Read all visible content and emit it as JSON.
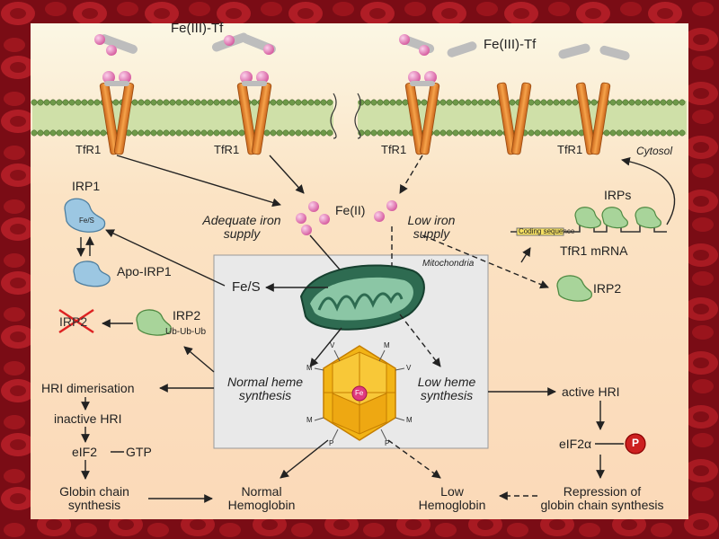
{
  "ligand": {
    "left": "Fe(III)-Tf",
    "right": "Fe(III)-Tf"
  },
  "receptors": [
    "TfR1",
    "TfR1",
    "TfR1",
    "TfR1"
  ],
  "cytosol_label": "Cytosol",
  "iron": {
    "free": "Fe(II)",
    "adequate": [
      "Adequate iron",
      "supply"
    ],
    "low": [
      "Low iron",
      "supply"
    ]
  },
  "irp1": {
    "title": "IRP1",
    "cluster": "Fe/S",
    "apo": "Apo-IRP1"
  },
  "irps": {
    "title": "IRPs",
    "coding": "Coding sequence",
    "mrna": "TfR1 mRNA"
  },
  "irp2_right": "IRP2",
  "mitochondria": {
    "label": "Mitochondria",
    "fes": "Fe/S"
  },
  "irp2_left": {
    "crossed": "IRP2",
    "title": "IRP2",
    "ub": "Ub-Ub-Ub"
  },
  "heme": {
    "normal": [
      "Normal heme",
      "synthesis"
    ],
    "low": [
      "Low heme",
      "synthesis"
    ],
    "center": "Fe",
    "substituents": [
      "V",
      "M",
      "M",
      "V",
      "M",
      "M",
      "P",
      "P"
    ]
  },
  "left_path": [
    "HRI dimerisation",
    "inactive HRI",
    "eIF2",
    "GTP",
    "Globin chain",
    "synthesis"
  ],
  "right_path": [
    "active HRI",
    "eIF2α",
    "P",
    "Repression of",
    "globin chain synthesis"
  ],
  "hemoglobin": {
    "normal": [
      "Normal",
      "Hemoglobin"
    ],
    "low": [
      "Low",
      "Hemoglobin"
    ]
  },
  "colors": {
    "membrane_lipid": "#6f9a4a",
    "receptor": "#e8892a",
    "iron": "#e07fb7",
    "irp": "#9cc7e2",
    "irp2": "#a8d49a",
    "heme": "#f2b416",
    "phospho": "#cc2020"
  }
}
